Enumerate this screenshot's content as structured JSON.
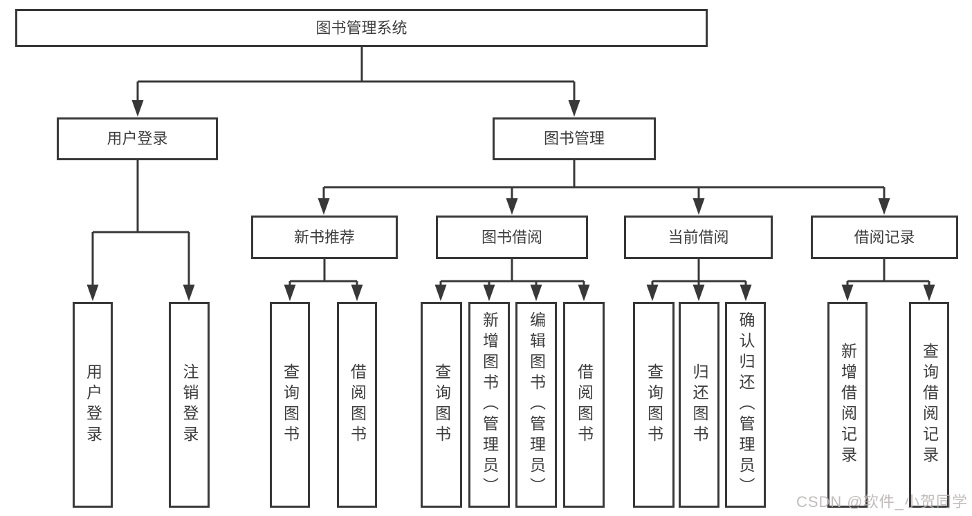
{
  "diagram": {
    "title": "图书管理系统",
    "children": [
      {
        "label": "用户登录",
        "children": [
          {
            "label": "用户登录"
          },
          {
            "label": "注销登录"
          }
        ]
      },
      {
        "label": "图书管理",
        "children": [
          {
            "label": "新书推荐",
            "children": [
              {
                "label": "查询图书"
              },
              {
                "label": "借阅图书"
              }
            ]
          },
          {
            "label": "图书借阅",
            "children": [
              {
                "label": "查询图书"
              },
              {
                "label": "新增图书（管理员）"
              },
              {
                "label": "编辑图书（管理员）"
              },
              {
                "label": "借阅图书"
              }
            ]
          },
          {
            "label": "当前借阅",
            "children": [
              {
                "label": "查询图书"
              },
              {
                "label": "归还图书"
              },
              {
                "label": "确认归还（管理员）"
              }
            ]
          },
          {
            "label": "借阅记录",
            "children": [
              {
                "label": "新增借阅记录"
              },
              {
                "label": "查询借阅记录"
              }
            ]
          }
        ]
      }
    ]
  },
  "watermark": "CSDN @软件_小贺同学",
  "colors": {
    "line": "#383838",
    "text": "#3d3d3d",
    "watermark": "#b9afaf",
    "background": "#ffffff"
  }
}
